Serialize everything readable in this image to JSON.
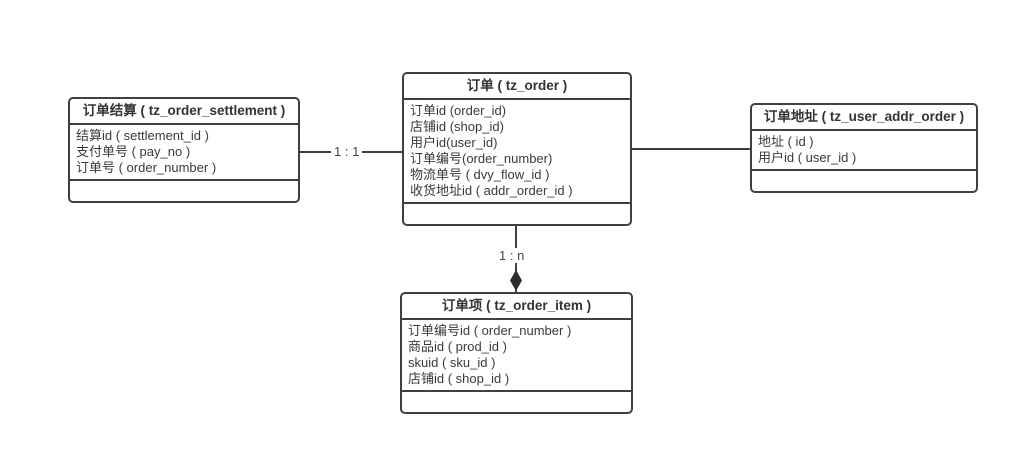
{
  "diagram": {
    "entities": [
      {
        "title": "订单结算 ( tz_order_settlement )",
        "fields": [
          "结算id ( settlement_id )",
          "支付单号 ( pay_no )",
          "订单号 ( order_number )"
        ]
      },
      {
        "title": "订单 ( tz_order )",
        "fields": [
          "订单id (order_id)",
          "店铺id (shop_id)",
          "用户id(user_id)",
          "订单编号(order_number)",
          "物流单号 ( dvy_flow_id )",
          "收货地址id ( addr_order_id )"
        ]
      },
      {
        "title": "订单地址 ( tz_user_addr_order )",
        "fields": [
          "地址 ( id )",
          "用户id ( user_id )"
        ]
      },
      {
        "title": "订单项 ( tz_order_item )",
        "fields": [
          "订单编号id ( order_number )",
          "商品id ( prod_id )",
          "skuid ( sku_id )",
          "店铺id ( shop_id )"
        ]
      }
    ],
    "relations": [
      {
        "from": "tz_order_settlement",
        "to": "tz_order",
        "label": "1 : 1",
        "type": "line"
      },
      {
        "from": "tz_order",
        "to": "tz_user_addr_order",
        "label": "",
        "type": "line"
      },
      {
        "from": "tz_order",
        "to": "tz_order_item",
        "label": "1 : n",
        "type": "diamond-arrow"
      }
    ],
    "colors": {
      "border": "#404040",
      "text": "#3a3a3a",
      "background": "#ffffff"
    }
  }
}
